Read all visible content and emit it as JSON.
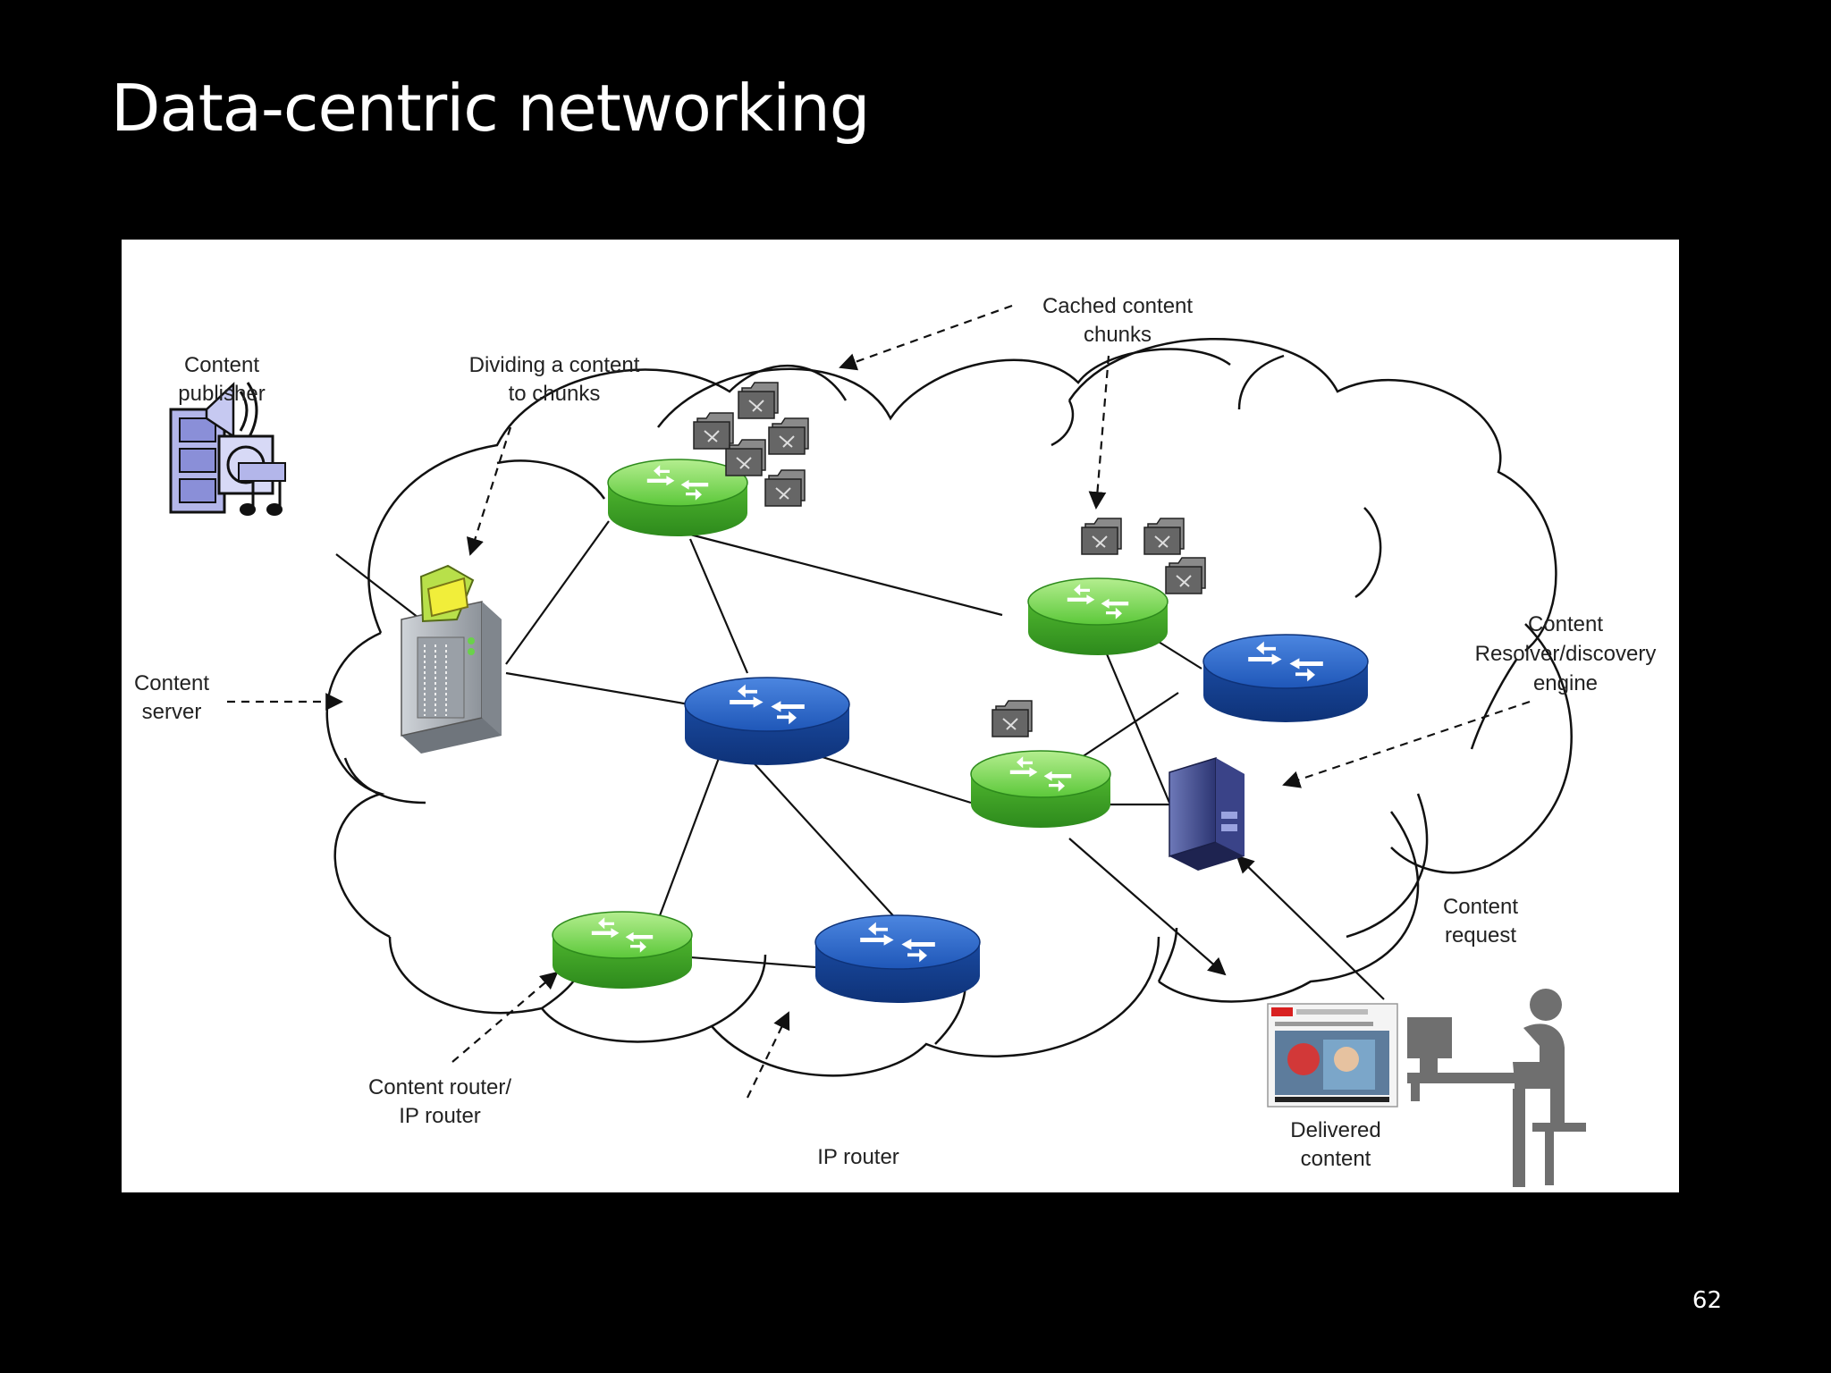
{
  "slide": {
    "title": "Data-centric networking",
    "page_number": "62"
  },
  "labels": {
    "content_publisher": [
      "Content",
      "publisher"
    ],
    "dividing_chunks": [
      "Dividing a content",
      "to chunks"
    ],
    "cached_chunks": [
      "Cached content",
      "chunks"
    ],
    "content_server": [
      "Content",
      "server"
    ],
    "resolver": [
      "Content",
      "Resolver/discovery",
      "engine"
    ],
    "content_request": [
      "Content",
      "request"
    ],
    "content_router": [
      "Content router/",
      "IP router"
    ],
    "ip_router": [
      "IP router"
    ],
    "delivered_content": [
      "Delivered",
      "content"
    ]
  },
  "colors": {
    "background": "#000000",
    "panel": "#ffffff",
    "content_router_green": "#5cc83a",
    "ip_router_blue": "#1f57b8",
    "chunk_gray": "#6b6b6b",
    "user_gray": "#6f6f6f"
  },
  "icons": [
    "content-publisher-icon",
    "content-server-icon",
    "content-router-icon",
    "ip-router-icon",
    "content-chunk-icon",
    "resolver-server-icon",
    "delivered-content-thumbnail",
    "user-at-computer-icon"
  ]
}
